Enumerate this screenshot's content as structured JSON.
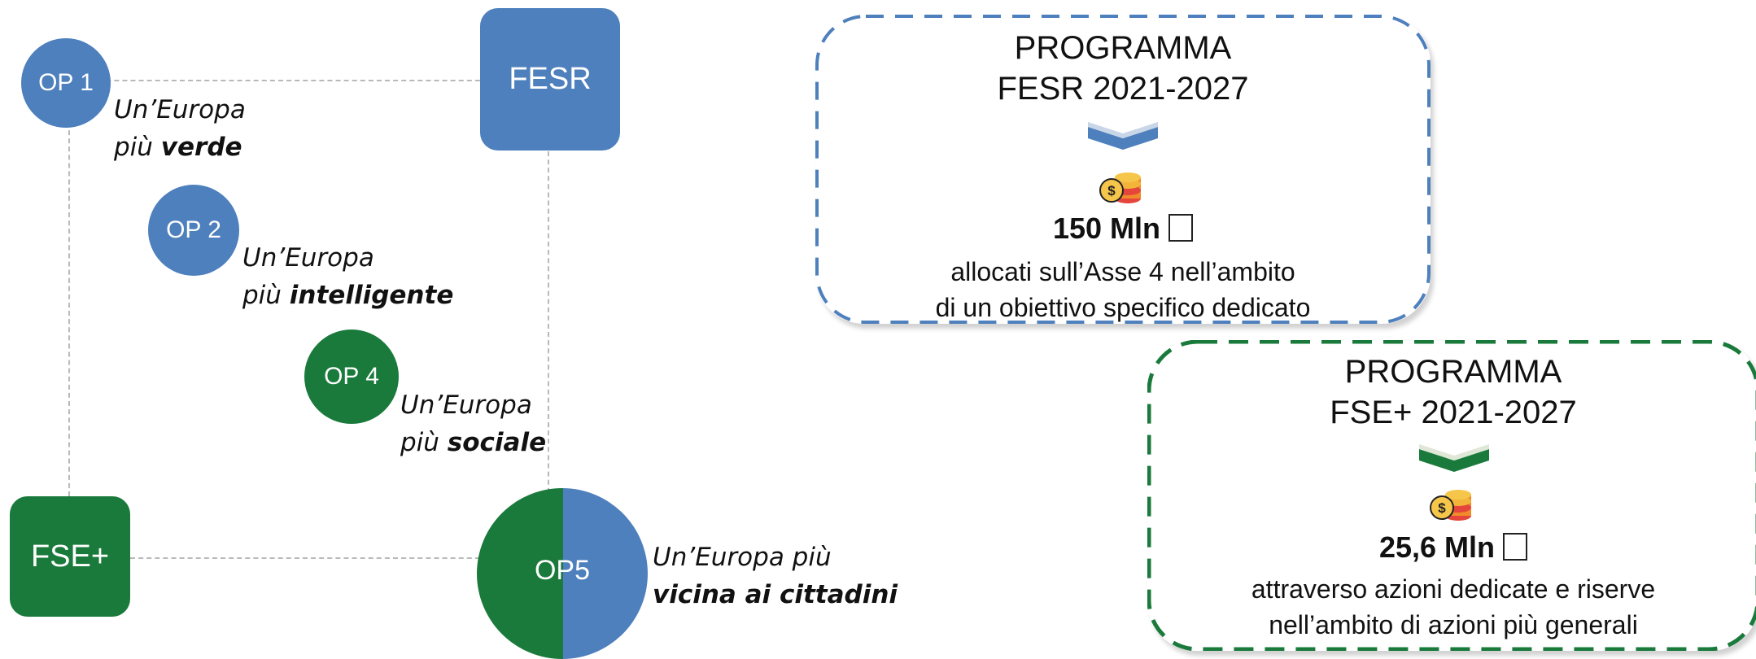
{
  "diagram": {
    "op1": {
      "label": "OP 1",
      "text_prefix": "Un’Europa",
      "text_pre": "più ",
      "text_bold": "verde"
    },
    "op2": {
      "label": "OP 2",
      "text_prefix": "Un’Europa",
      "text_pre": "più ",
      "text_bold": "intelligente"
    },
    "op4": {
      "label": "OP 4",
      "text_prefix": "Un’Europa",
      "text_pre": "più ",
      "text_bold": "sociale"
    },
    "op5": {
      "label": "OP5",
      "text_line1": "Un’Europa più",
      "text_bold": "vicina ai cittadini"
    },
    "fesr_label": "FESR",
    "fse_label": "FSE+",
    "colors": {
      "fesr": "#4e80bd",
      "fse": "#1a7a3b"
    }
  },
  "programmes": [
    {
      "title_line1": "PROGRAMMA",
      "title_line2": "FESR 2021-2027",
      "amount": "150 Mln",
      "desc_line1": "allocati sull’Asse 4 nell’ambito",
      "desc_line2": "di un obiettivo specifico dedicato",
      "icon": "coins-icon",
      "color": "#4e80bd"
    },
    {
      "title_line1": "PROGRAMMA",
      "title_line2": "FSE+ 2021-2027",
      "amount": "25,6 Mln",
      "desc_line1": "attraverso azioni dedicate e riserve",
      "desc_line2": "nell’ambito di azioni più generali",
      "icon": "coins-icon",
      "color": "#1a7a3b"
    }
  ]
}
